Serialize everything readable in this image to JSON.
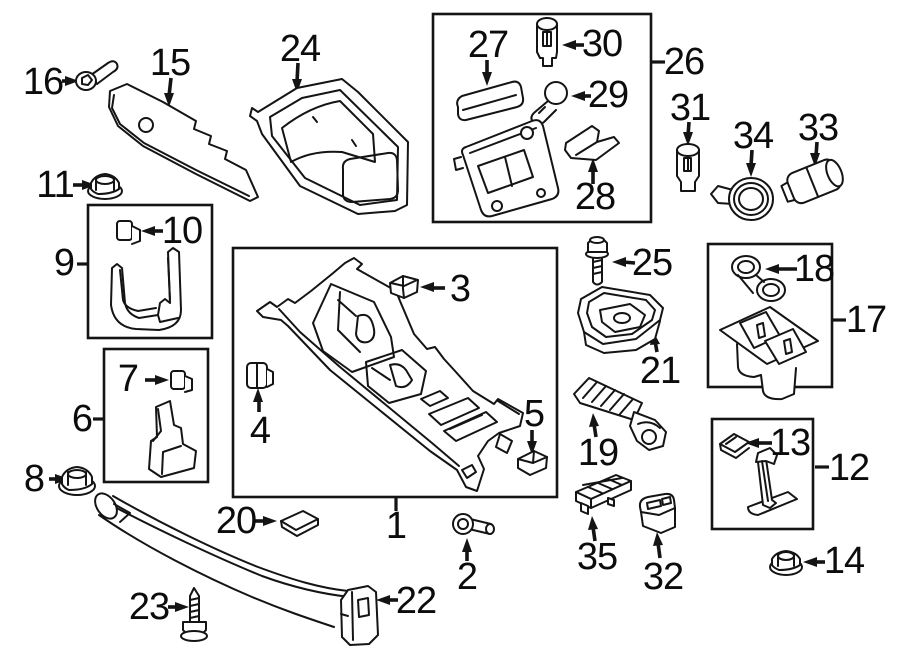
{
  "diagram": {
    "kind": "exploded-parts-diagram",
    "background_color": "#ffffff",
    "line_color": "#141414",
    "callouts": {
      "c1": {
        "label": "1",
        "part": "center-console-body"
      },
      "c2": {
        "label": "2",
        "part": "thumb-screw"
      },
      "c3": {
        "label": "3",
        "part": "retainer-clip"
      },
      "c4": {
        "label": "4",
        "part": "retainer-clip"
      },
      "c5": {
        "label": "5",
        "part": "retainer-clip"
      },
      "c6": {
        "label": "6",
        "part": "bracket-group-box"
      },
      "c7": {
        "label": "7",
        "part": "retainer-clip"
      },
      "c8": {
        "label": "8",
        "part": "flange-nut"
      },
      "c9": {
        "label": "9",
        "part": "bracket-group-box"
      },
      "c10": {
        "label": "10",
        "part": "retainer-clip"
      },
      "c11": {
        "label": "11",
        "part": "flange-nut"
      },
      "c12": {
        "label": "12",
        "part": "bracket-group-box"
      },
      "c13": {
        "label": "13",
        "part": "retainer-clip"
      },
      "c14": {
        "label": "14",
        "part": "flange-nut"
      },
      "c15": {
        "label": "15",
        "part": "side-trim-panel"
      },
      "c16": {
        "label": "16",
        "part": "screw"
      },
      "c17": {
        "label": "17",
        "part": "cup-holder-group-box"
      },
      "c18": {
        "label": "18",
        "part": "double-grommet"
      },
      "c19": {
        "label": "19",
        "part": "flex-duct"
      },
      "c20": {
        "label": "20",
        "part": "retainer-clip"
      },
      "c21": {
        "label": "21",
        "part": "storage-tray"
      },
      "c22": {
        "label": "22",
        "part": "floor-duct"
      },
      "c23": {
        "label": "23",
        "part": "bolt"
      },
      "c24": {
        "label": "24",
        "part": "console-trim-bezel"
      },
      "c25": {
        "label": "25",
        "part": "bolt"
      },
      "c26": {
        "label": "26",
        "part": "lamp-switch-group-box"
      },
      "c27": {
        "label": "27",
        "part": "lens"
      },
      "c28": {
        "label": "28",
        "part": "bracket"
      },
      "c29": {
        "label": "29",
        "part": "bulb"
      },
      "c30": {
        "label": "30",
        "part": "bulb-socket"
      },
      "c31": {
        "label": "31",
        "part": "bulb-socket"
      },
      "c32": {
        "label": "32",
        "part": "switch"
      },
      "c33": {
        "label": "33",
        "part": "power-outlet-socket"
      },
      "c34": {
        "label": "34",
        "part": "retaining-ring"
      },
      "c35": {
        "label": "35",
        "part": "switch-bank"
      }
    },
    "groups": {
      "box9": [
        "9",
        "10"
      ],
      "box6": [
        "6",
        "7"
      ],
      "box1": [
        "1",
        "3",
        "4",
        "5"
      ],
      "box26": [
        "26",
        "27",
        "28",
        "29",
        "30"
      ],
      "box17": [
        "17",
        "18"
      ],
      "box12": [
        "12",
        "13"
      ]
    }
  }
}
